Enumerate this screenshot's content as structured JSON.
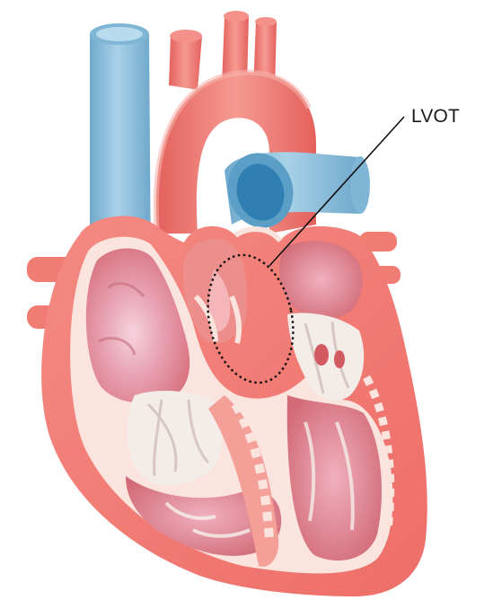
{
  "annotation": {
    "label": "LVOT"
  },
  "colors": {
    "muscle": "#f27a72",
    "muscle_light": "#f7a59e",
    "muscle_dark": "#d9534d",
    "cavity": "#e5828a",
    "cavity_glow": "#f3c2d2",
    "vessel_blue": "#8fc3dd",
    "vessel_blue_dark": "#5b9fc6",
    "valve_white": "#f4ece8",
    "endocardium": "#fbe3de"
  },
  "icons": {
    "heart": "heart-cross-section-illustration",
    "outline": "dotted-ellipse-highlight"
  }
}
